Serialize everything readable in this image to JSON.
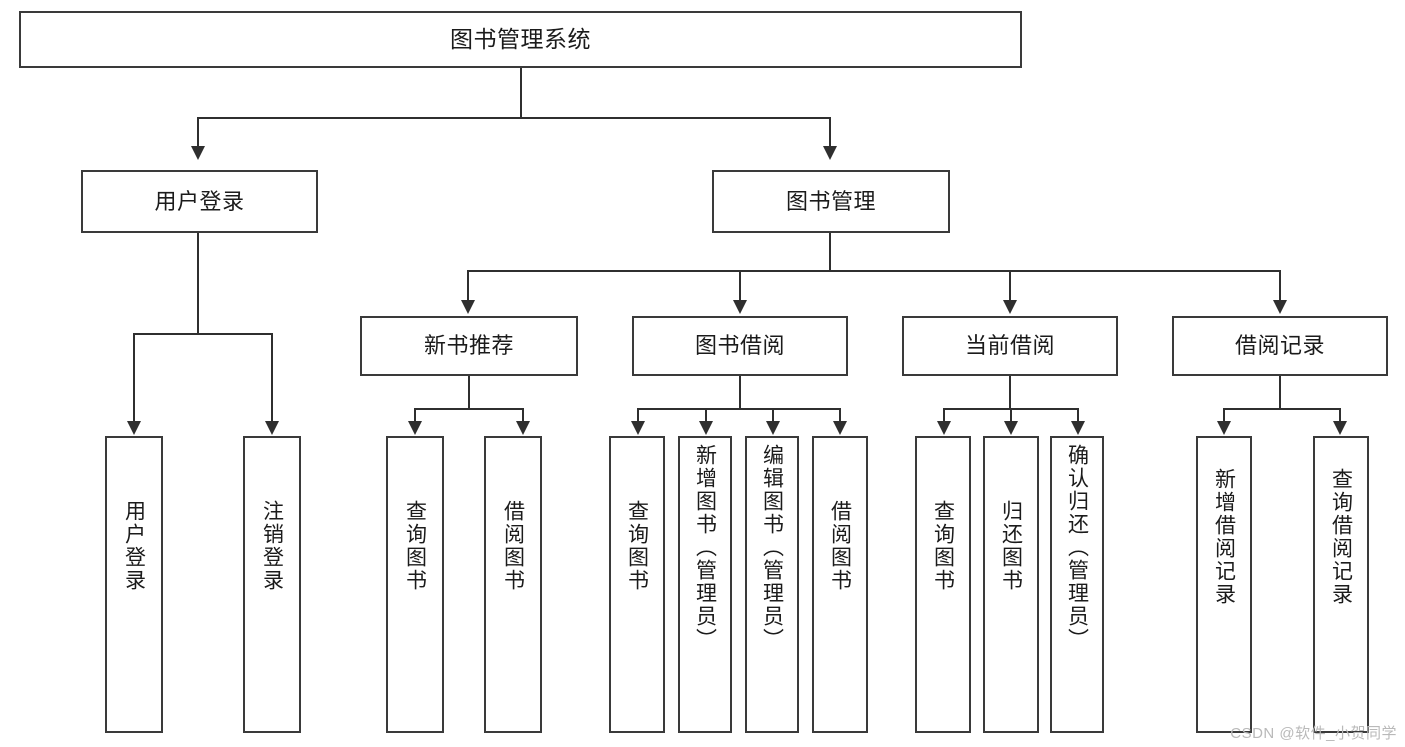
{
  "diagram": {
    "type": "tree",
    "title": "图书管理系统",
    "orientation": "top-down",
    "watermark": "CSDN @软件_小贺同学",
    "colors": {
      "box_border": "#3a3a3a",
      "box_fill": "#ffffff",
      "connector": "#2f2f2f",
      "text": "#1b1b1b",
      "watermark": "#b9b9b9",
      "background": "#ffffff"
    }
  },
  "nodes": {
    "root": {
      "label": "图书管理系统"
    },
    "level1": [
      {
        "id": "user-login",
        "label": "用户登录"
      },
      {
        "id": "book-manage",
        "label": "图书管理"
      }
    ],
    "level2": [
      {
        "id": "new-book-recommend",
        "label": "新书推荐"
      },
      {
        "id": "book-borrow",
        "label": "图书借阅"
      },
      {
        "id": "current-borrow",
        "label": "当前借阅"
      },
      {
        "id": "borrow-record",
        "label": "借阅记录"
      }
    ],
    "leaves": {
      "user_login": [
        {
          "id": "leaf-user-login",
          "label": "用户登录"
        },
        {
          "id": "leaf-logout",
          "label": "注销登录"
        }
      ],
      "new_book_recommend": [
        {
          "id": "leaf-query-book-1",
          "label": "查询图书"
        },
        {
          "id": "leaf-borrow-book-1",
          "label": "借阅图书"
        }
      ],
      "book_borrow": [
        {
          "id": "leaf-query-book-2",
          "label": "查询图书"
        },
        {
          "id": "leaf-add-book",
          "label": "新增图书（管理员）"
        },
        {
          "id": "leaf-edit-book",
          "label": "编辑图书（管理员）"
        },
        {
          "id": "leaf-borrow-book-2",
          "label": "借阅图书"
        }
      ],
      "current_borrow": [
        {
          "id": "leaf-query-book-3",
          "label": "查询图书"
        },
        {
          "id": "leaf-return-book",
          "label": "归还图书"
        },
        {
          "id": "leaf-confirm-return",
          "label": "确认归还（管理员）"
        }
      ],
      "borrow_record": [
        {
          "id": "leaf-add-record",
          "label": "新增借阅记录"
        },
        {
          "id": "leaf-query-record",
          "label": "查询借阅记录"
        }
      ]
    }
  }
}
